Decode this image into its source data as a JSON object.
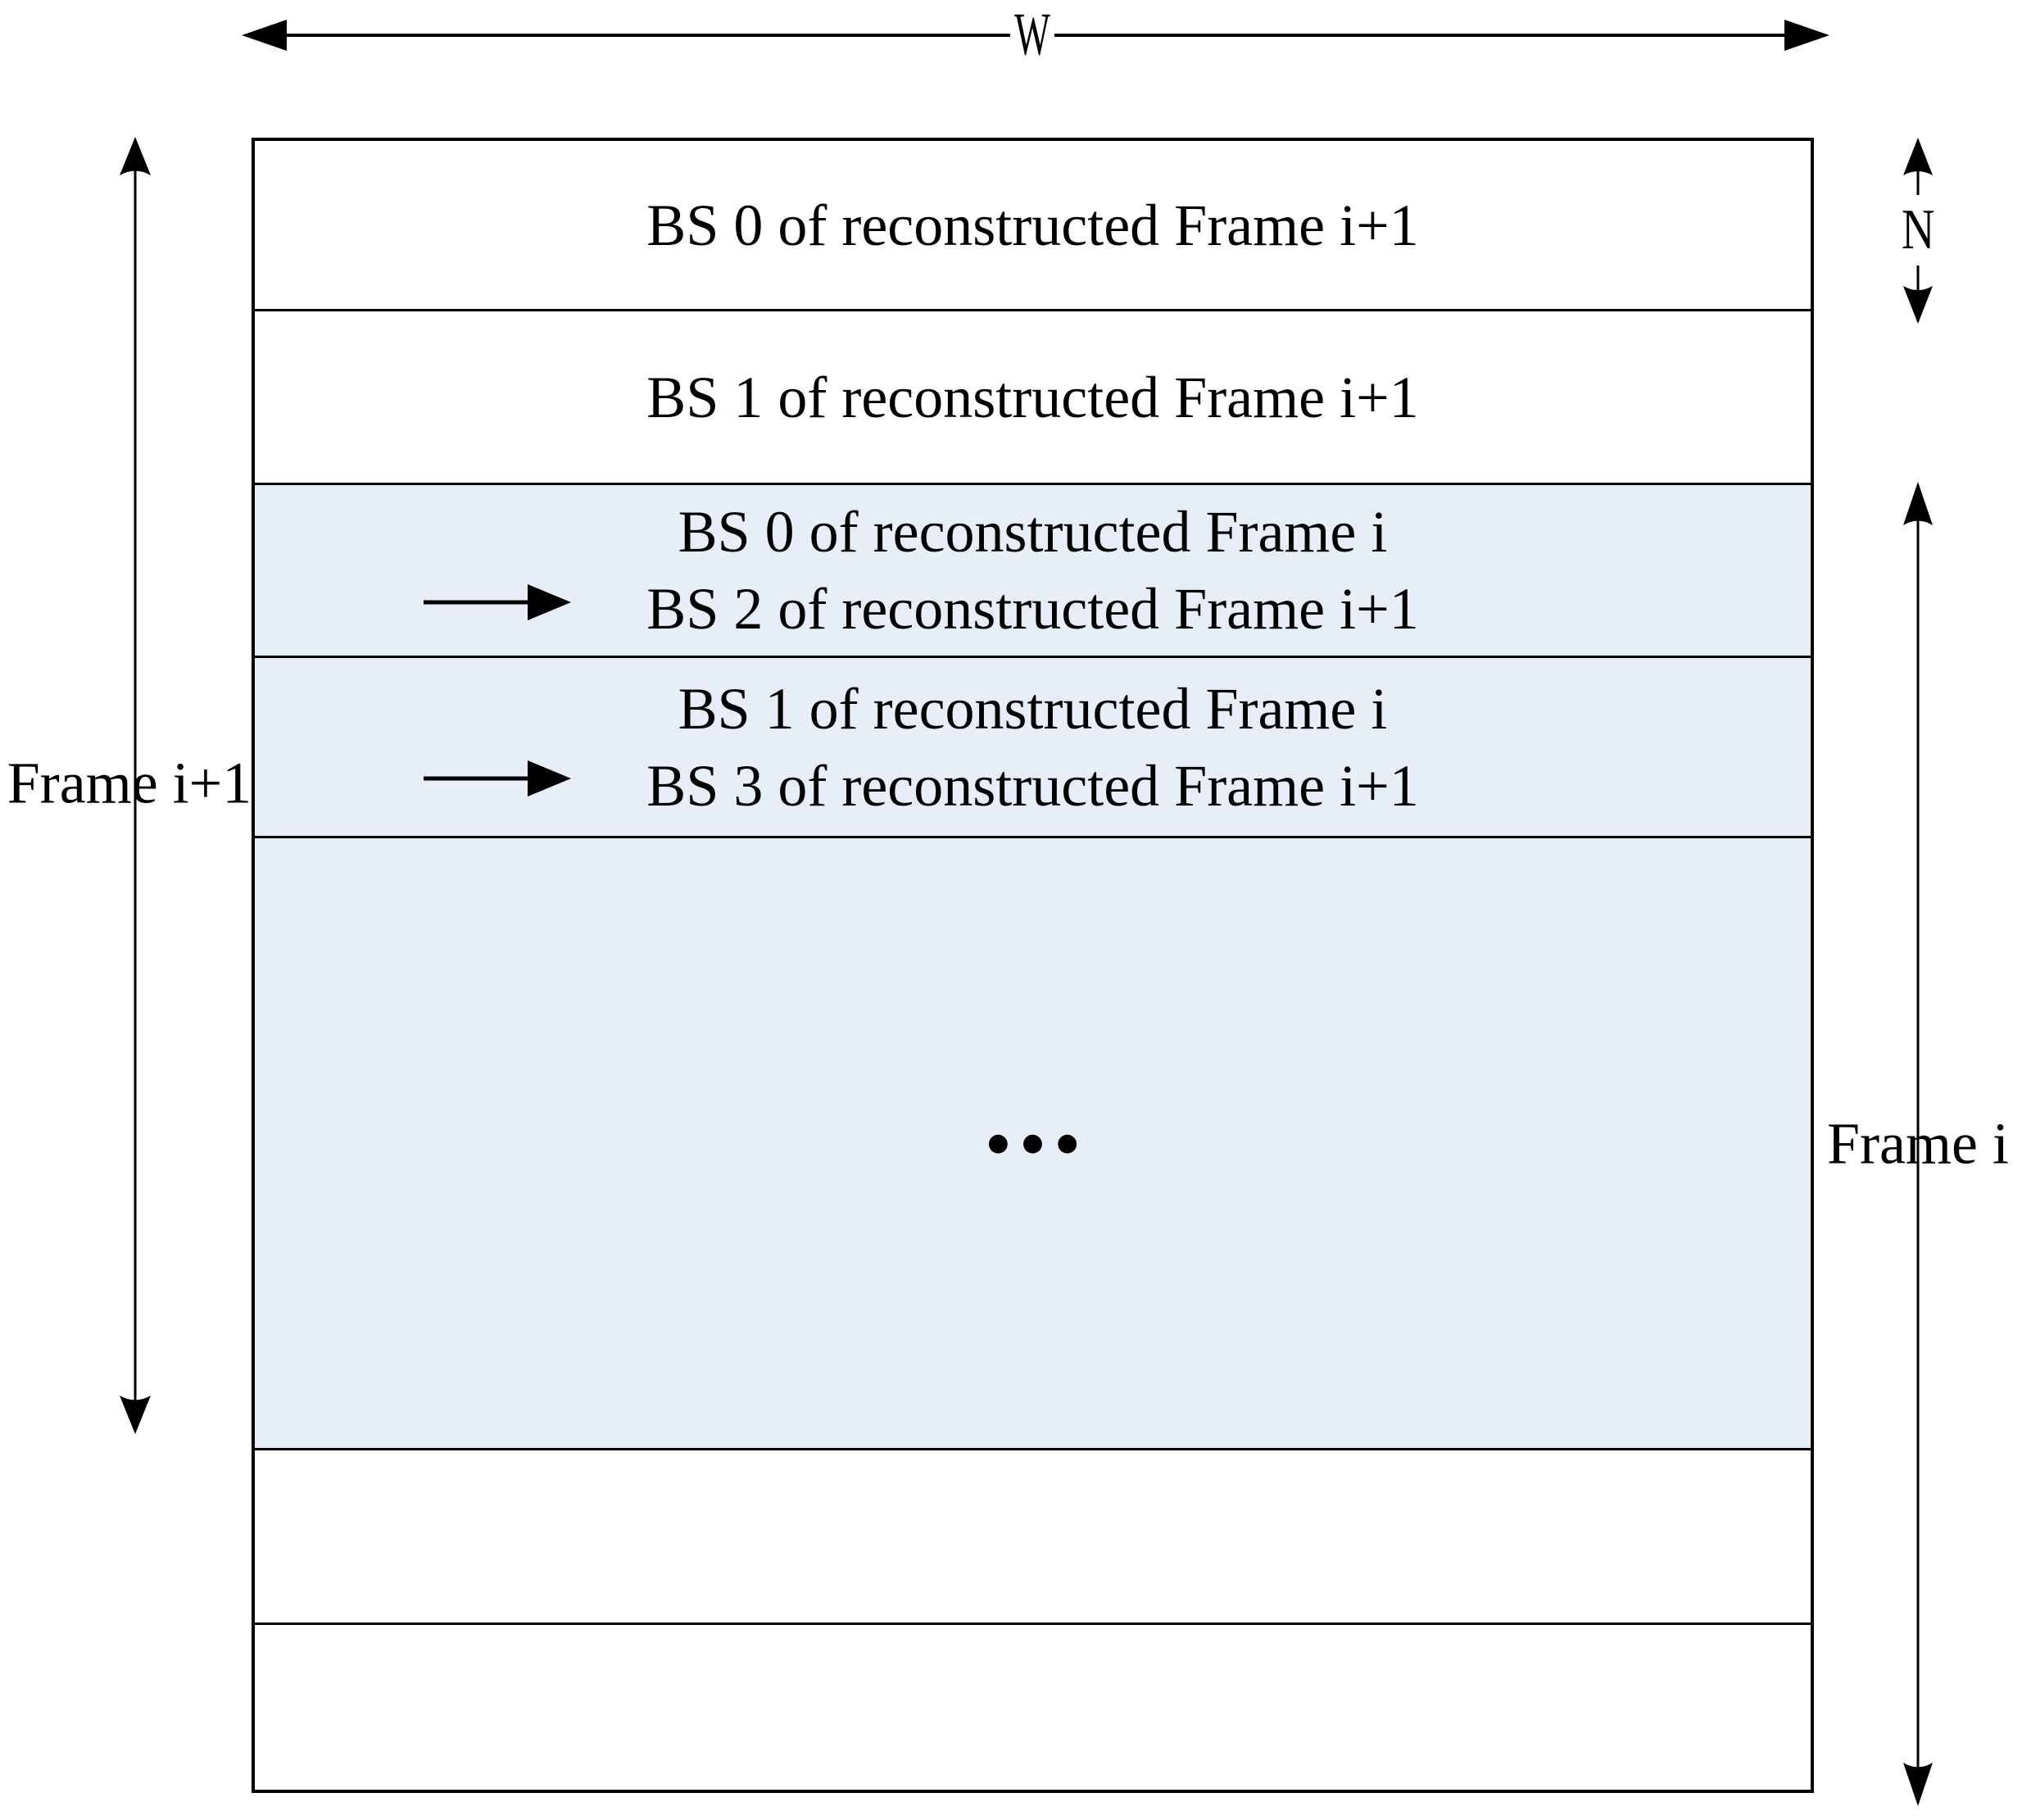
{
  "dimension_labels": {
    "width": "W",
    "band_height": "N"
  },
  "frame_labels": {
    "next": "Frame i+1",
    "current": "Frame i"
  },
  "buffer": {
    "bands": [
      {
        "label_lines": [
          "BS 0 of reconstructed Frame i+1"
        ],
        "highlighted": false
      },
      {
        "label_lines": [
          "BS 1 of reconstructed Frame i+1"
        ],
        "highlighted": false
      },
      {
        "label_lines": [
          "BS 0 of reconstructed Frame i",
          "BS 2 of reconstructed Frame i+1"
        ],
        "highlighted": true,
        "has_remap_arrow": true
      },
      {
        "label_lines": [
          "BS 1 of reconstructed Frame i",
          "BS 3 of reconstructed Frame i+1"
        ],
        "highlighted": true,
        "has_remap_arrow": true
      },
      {
        "label_lines": [],
        "ellipsis": "●●●",
        "highlighted": true
      },
      {
        "label_lines": [],
        "highlighted": false
      },
      {
        "label_lines": [],
        "highlighted": false
      }
    ]
  },
  "colors": {
    "highlight_fill": "#E8EEF8",
    "line": "#000000",
    "background": "#FFFFFF"
  }
}
